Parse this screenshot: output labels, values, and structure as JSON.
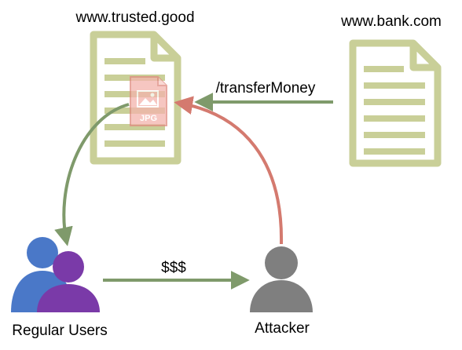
{
  "colors": {
    "doc_stroke": "#c9cf98",
    "doc_fill": "#ffffff",
    "arrow_green": "#7f9a6b",
    "arrow_red": "#d47a6f",
    "jpg_fill": "#f3b4ad",
    "user_blue": "#4a78c8",
    "user_purple": "#7a3aa8",
    "attacker_gray": "#7f7f7f"
  },
  "nodes": {
    "trusted_site": {
      "label": "www.trusted.good",
      "icon": "document-icon"
    },
    "bank_site": {
      "label": "www.bank.com",
      "icon": "document-icon"
    },
    "image": {
      "label": "JPG",
      "icon": "jpg-image-icon"
    },
    "users": {
      "label": "Regular Users",
      "icon": "user-group-icon"
    },
    "attacker": {
      "label": "Attacker",
      "icon": "person-icon"
    }
  },
  "edges": {
    "bank_to_trusted": {
      "label": "/transferMoney"
    },
    "users_to_attacker": {
      "label": "$$$"
    },
    "attacker_to_image": {
      "label": ""
    },
    "image_to_users": {
      "label": ""
    }
  }
}
